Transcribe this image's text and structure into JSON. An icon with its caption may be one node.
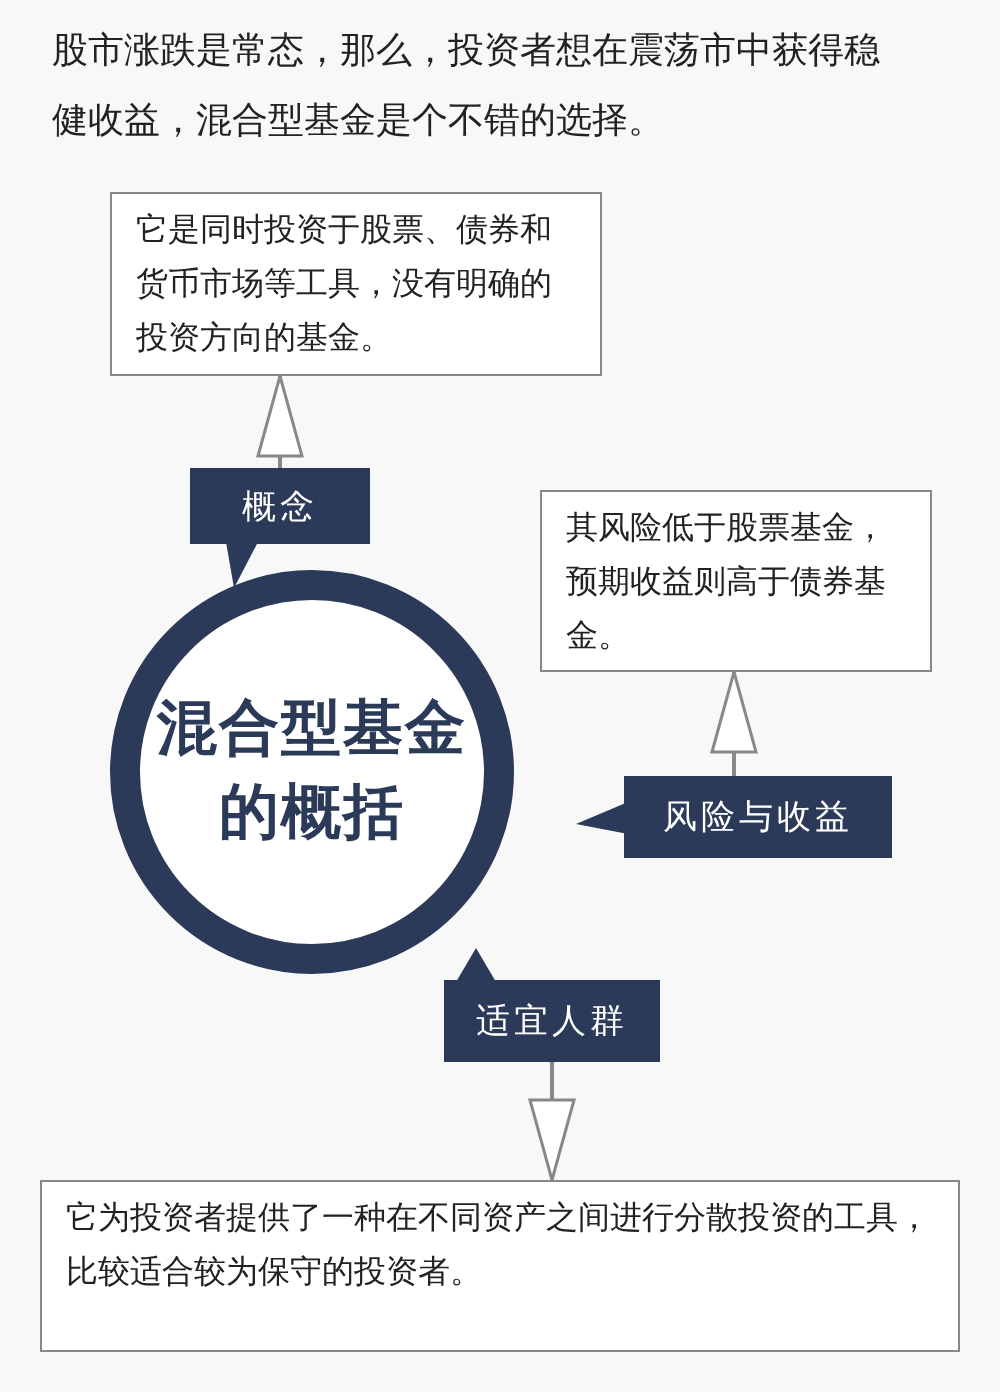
{
  "diagram": {
    "nodes": [
      {
        "text": [
          "它是同时投资于股票、债券和货币市场等工具，没有明确的投资方向的基金。"
        ]
      },
      {
        "text": [
          "概念"
        ]
      },
      {
        "text": [
          "混合型基金的概括"
        ]
      },
      {
        "text": [
          "其风险低于股票基金，预期收益则高于债券基金。"
        ]
      },
      {
        "text": [
          "风险与收益"
        ]
      },
      {
        "text": [
          "适宜人群"
        ]
      },
      {
        "text": [
          "它为投资者提供了一种在不同资产之间进行分散投资的工具，比较适合较为保守的投资者。"
        ]
      }
    ],
    "edges": [
      {
        "from": 1,
        "to": 0,
        "arrow": "to"
      },
      {
        "from": 4,
        "to": 3,
        "arrow": "to"
      },
      {
        "from": 5,
        "to": 6,
        "arrow": "to"
      }
    ],
    "labels": [
      "股市涨跌是常态，那么，投资者想在震荡市中获得稳健收益，混合型基金是个不错的选择。"
    ]
  }
}
